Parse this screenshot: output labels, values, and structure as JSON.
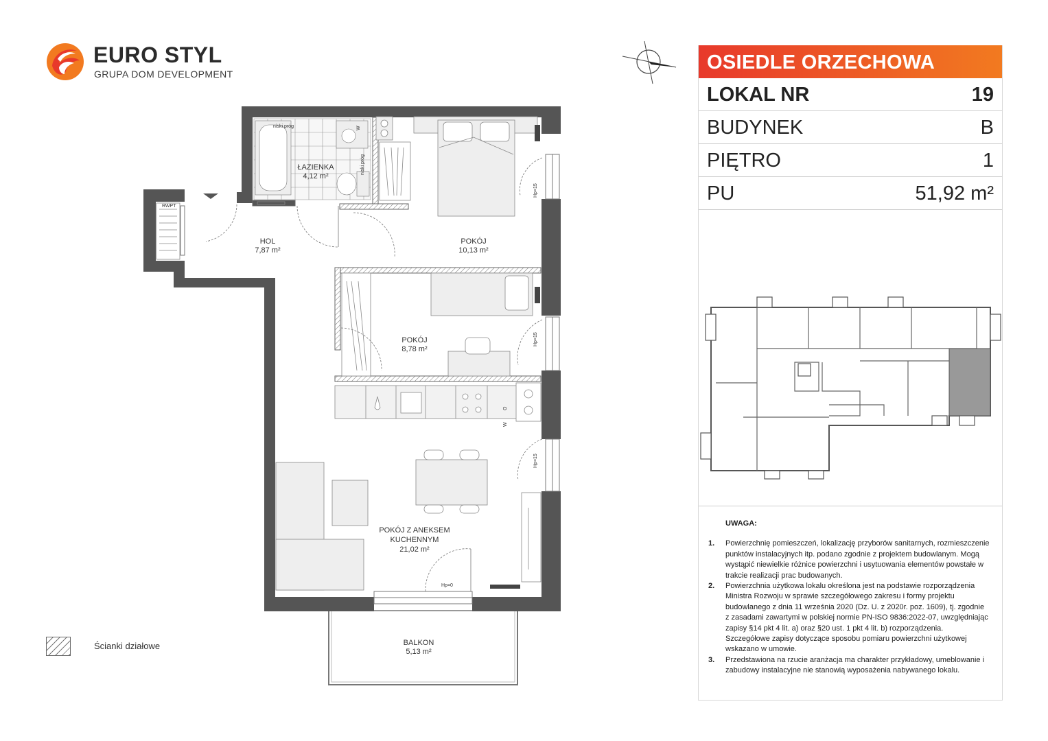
{
  "brand": {
    "name": "EURO STYL",
    "subtitle": "GRUPA DOM DEVELOPMENT",
    "colors": {
      "primary": "#e8392b",
      "secondary": "#f27a20",
      "text": "#2b2b2b"
    }
  },
  "project": {
    "estate": "OSIEDLE ORZECHOWA",
    "rows": [
      {
        "key": "LOKAL NR",
        "value": "19"
      },
      {
        "key": "BUDYNEK",
        "value": "B"
      },
      {
        "key": "PIĘTRO",
        "value": "1"
      },
      {
        "key": "PU",
        "value": "51,92 m²"
      }
    ]
  },
  "plan": {
    "rooms": {
      "bathroom": {
        "name": "ŁAZIENKA",
        "area": "4,12 m²"
      },
      "hall": {
        "name": "HOL",
        "area": "7,87 m²"
      },
      "bedroom1": {
        "name": "POKÓJ",
        "area": "10,13 m²"
      },
      "bedroom2": {
        "name": "POKÓJ",
        "area": "8,78 m²"
      },
      "living_line1": "POKÓJ Z ANEKSEM",
      "living_line2": "KUCHENNYM",
      "living_area": "21,02 m²",
      "balcony": {
        "name": "BALKON",
        "area": "5,13 m²"
      }
    },
    "marks": {
      "niski_prog_1": "niski próg",
      "niski_prog_2": "niski próg",
      "hp15_a": "Hp=15",
      "hp15_b": "Hp=15",
      "hp15_c": "Hp=15",
      "hp0": "Hp=0",
      "w1": "W",
      "w2": "W",
      "o": "O",
      "rwpt": "RWPT"
    },
    "wall_color": "#555555",
    "furniture_color": "#eeeeee"
  },
  "legend": {
    "label": "Ścianki działowe"
  },
  "notes": {
    "title": "UWAGA:",
    "items": [
      {
        "num": "1.",
        "text": "Powierzchnię pomieszczeń, lokalizację przyborów sanitarnych, rozmieszczenie punktów instalacyjnych itp. podano zgodnie z projektem budowlanym. Mogą wystąpić niewielkie różnice powierzchni i usytuowania elementów powstałe w trakcie realizacji prac budowanych."
      },
      {
        "num": "2.",
        "text": "Powierzchnia użytkowa lokalu określona jest na podstawie rozporządzenia Ministra Rozwoju w sprawie szczegółowego zakresu i formy projektu budowlanego z dnia 11 września 2020 (Dz. U. z 2020r. poz. 1609), tj. zgodnie z zasadami zawartymi w polskiej normie PN-ISO 9836:2022-07, uwzględniając zapisy §14 pkt 4 lit. a) oraz §20 ust. 1 pkt 4 lit. b) rozporządzenia. Szczegółowe zapisy dotyczące sposobu pomiaru powierzchni użytkowej wskazano w umowie."
      },
      {
        "num": "3.",
        "text": "Przedstawiona na rzucie aranżacja ma charakter przykładowy, umeblowanie i zabudowy instalacyjne nie stanowią wyposażenia nabywanego lokalu."
      }
    ]
  }
}
